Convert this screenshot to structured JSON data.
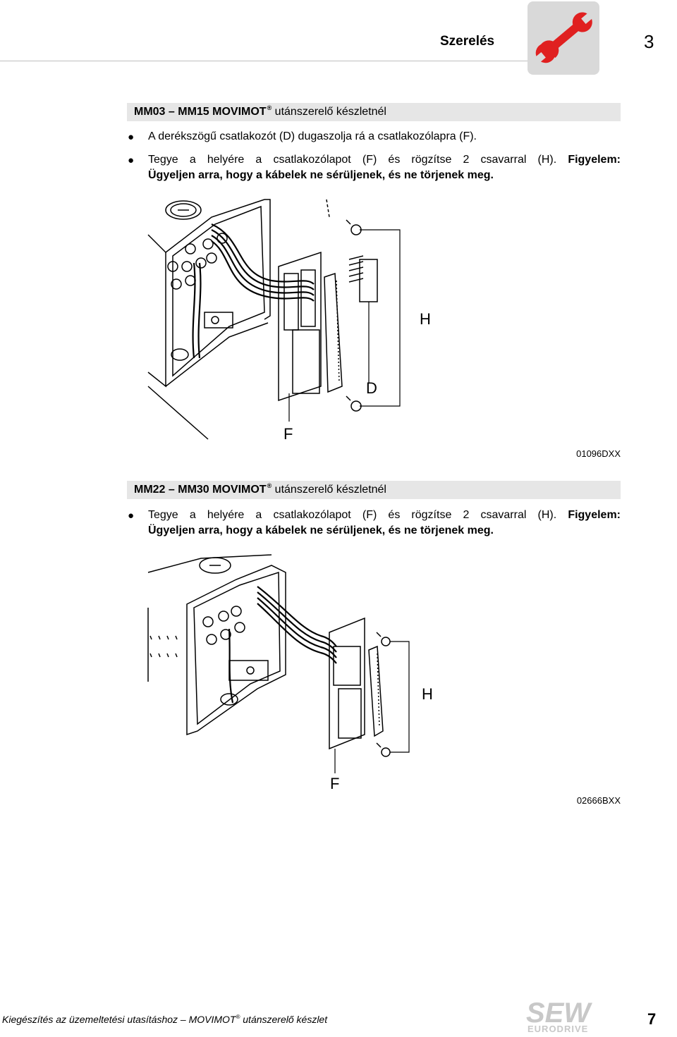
{
  "header": {
    "section_title": "Szerelés",
    "chapter_number": "3",
    "tab_icon": "wrench-icon",
    "tab_color": "#e02020"
  },
  "section1": {
    "title_bold": "MM03 – MM15 MOVIMOT",
    "title_reg": "®",
    "title_rest": "utánszerelő készletnél",
    "bullets": [
      "A derékszögű csatlakozót (D) dugaszolja rá a csatlakozólapra (F).",
      "Tegye a helyére a csatlakozólapot (F) és rögzítse 2 csavarral (H).",
      "Figyelem:",
      "Ügyeljen arra, hogy a kábelek ne sérüljenek, és ne törjenek meg."
    ],
    "figure": {
      "labels": {
        "h": "H",
        "d": "D",
        "f": "F"
      },
      "code": "01096DXX"
    }
  },
  "section2": {
    "title_bold": "MM22 – MM30 MOVIMOT",
    "title_reg": "®",
    "title_rest": "utánszerelő készletnél",
    "bullets": [
      "Tegye a helyére a csatlakozólapot (F) és rögzítse 2 csavarral (H).",
      "Figyelem:",
      "Ügyeljen arra, hogy a kábelek ne sérüljenek, és ne törjenek meg."
    ],
    "figure": {
      "labels": {
        "h": "H",
        "f": "F"
      },
      "code": "02666BXX"
    }
  },
  "footer": {
    "text_pre": "Kiegészítés az üzemeltetési utasításhoz – MOVIMOT",
    "text_reg": "®",
    "text_post": "utánszerelő készlet",
    "page_number": "7",
    "logo_top": "SEW",
    "logo_bottom": "EURODRIVE"
  }
}
